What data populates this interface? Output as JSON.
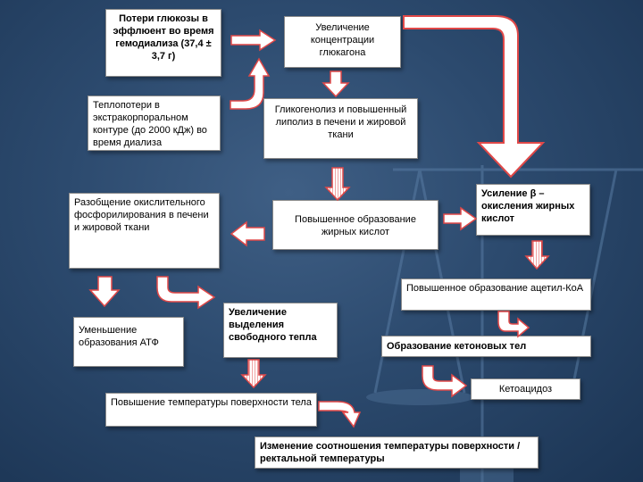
{
  "boxes": {
    "glucose_loss": "Потери глюкозы в эффлюент во время гемодиализа (37,4 ± 3,7 г)",
    "glucagon": "Увеличение концентрации глюкагона",
    "heat_loss": "Теплопотери в экстракорпоральном контуре (до 2000 кДж) во время диализа",
    "glycogenolysis": "Гликогенолиз и повышенный липолиз в печени и жировой ткани",
    "uncoupling": "Разобщение окислительного фосфорилирования в печени и жировой ткани",
    "fatty_acids": "Повышенное образование жирных кислот",
    "beta_oxidation": "Усиление β – окисления жирных кислот",
    "acetyl_coa": "Повышенное образование ацетил-КоА",
    "atp": "Уменьшение образования АТФ",
    "free_heat": "Увеличение выделения свободного тепла",
    "ketones": "Образование кетоновых тел",
    "ketoacidosis": "Кетоацидоз",
    "surface_temp": "Повышение температуры поверхности тела",
    "temp_ratio": "Изменение соотношения температуры поверхности /ректальной температуры"
  },
  "colors": {
    "arrow_outline": "#e04848",
    "arrow_fill": "#ffffff",
    "background": "#2c4a6e"
  }
}
